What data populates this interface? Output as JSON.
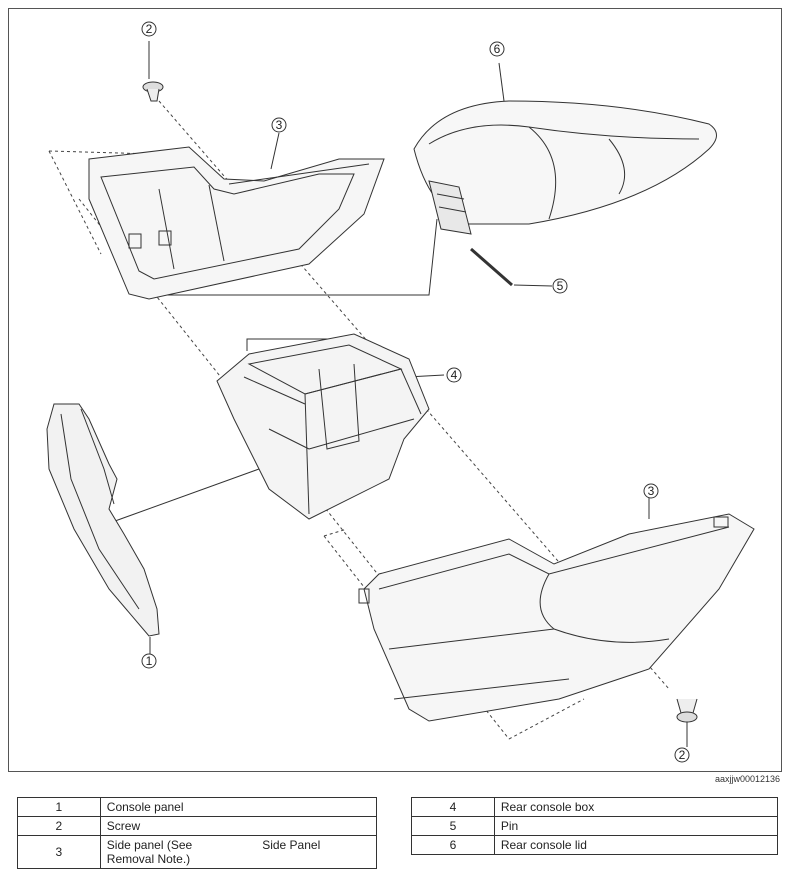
{
  "figure": {
    "code": "aaxjjw00012136",
    "callouts": [
      {
        "id": "c2a",
        "label": "2"
      },
      {
        "id": "c6",
        "label": "6"
      },
      {
        "id": "c3a",
        "label": "3"
      },
      {
        "id": "c5",
        "label": "5"
      },
      {
        "id": "c4",
        "label": "4"
      },
      {
        "id": "c3b",
        "label": "3"
      },
      {
        "id": "c1",
        "label": "1"
      },
      {
        "id": "c2b",
        "label": "2"
      }
    ]
  },
  "legend_left": {
    "rows": [
      {
        "num": "1",
        "desc": "Console panel"
      },
      {
        "num": "2",
        "desc": "Screw"
      },
      {
        "num": "3",
        "desc_a": "Side panel (See",
        "desc_link": "Side Panel",
        "desc_b": "Removal Note.)"
      }
    ]
  },
  "legend_right": {
    "rows": [
      {
        "num": "4",
        "desc": "Rear console box"
      },
      {
        "num": "5",
        "desc": "Pin"
      },
      {
        "num": "6",
        "desc": "Rear console lid"
      }
    ]
  }
}
